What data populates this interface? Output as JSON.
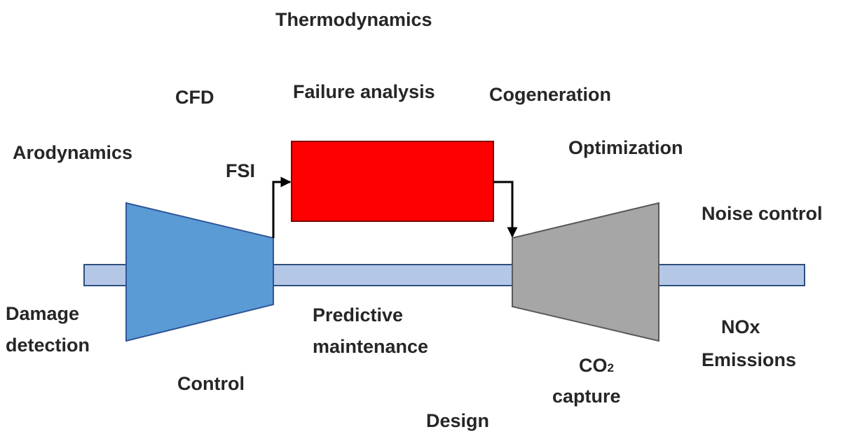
{
  "labels": {
    "thermodynamics": "Thermodynamics",
    "cfd": "CFD",
    "failure_analysis": "Failure analysis",
    "cogeneration": "Cogeneration",
    "arodynamics": "Arodynamics",
    "optimization": "Optimization",
    "fsi": "FSI",
    "noise_control": "Noise control",
    "damage_detection": [
      "Damage",
      "detection"
    ],
    "predictive_maintenance": [
      "Predictive",
      "maintenance"
    ],
    "nox_emissions": [
      "NOx",
      "Emissions"
    ],
    "control": "Control",
    "co2_capture": {
      "co": "CO",
      "sub": "2",
      "capture": "capture"
    },
    "design": "Design"
  },
  "colors": {
    "compressor": "#5b9bd5",
    "combustor": "#ff0000",
    "turbine": "#a6a6a6",
    "shaft": "#b4c7e7",
    "text": "#262626"
  }
}
